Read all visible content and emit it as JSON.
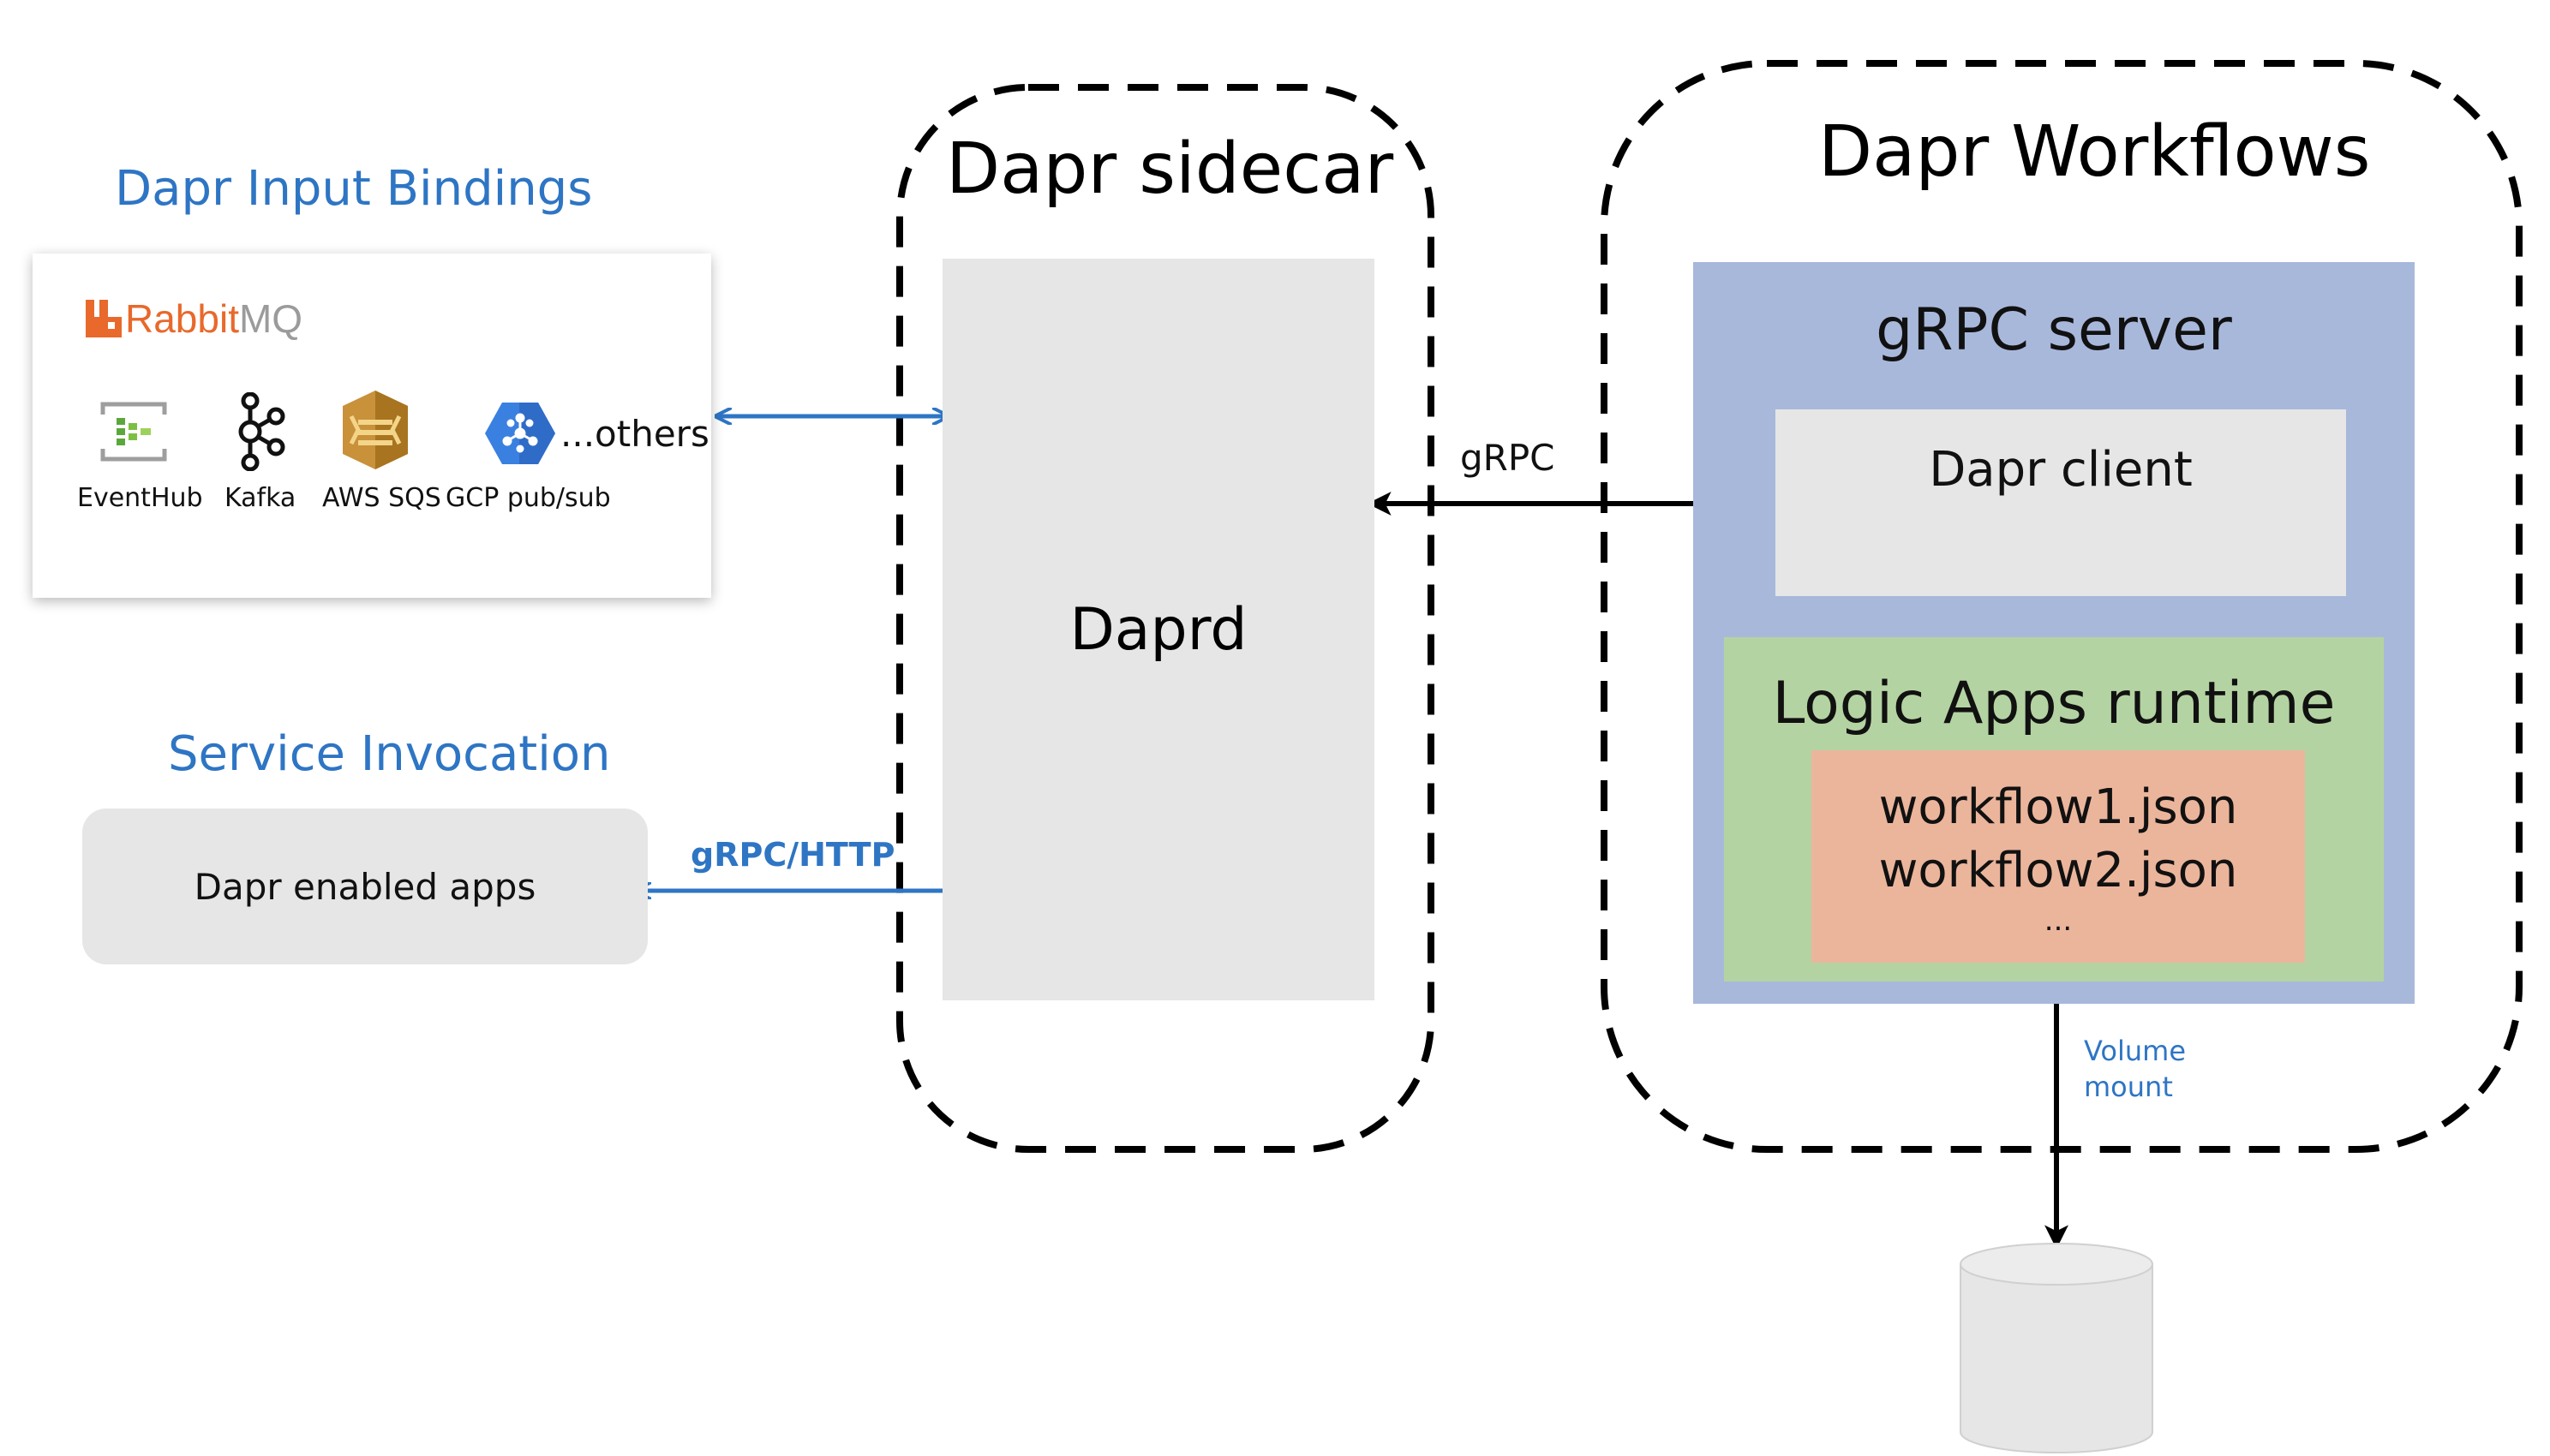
{
  "bindings": {
    "title": "Dapr Input Bindings",
    "logo_prefix": "Rabbit",
    "logo_suffix": "MQ",
    "items": [
      {
        "label": "EventHub",
        "icon": "eventhub-icon"
      },
      {
        "label": "Kafka",
        "icon": "kafka-icon"
      },
      {
        "label": "AWS SQS",
        "icon": "aws-sqs-icon"
      },
      {
        "label": "GCP pub/sub",
        "icon": "gcp-pubsub-icon"
      }
    ],
    "others": "...others"
  },
  "service_invocation": {
    "title": "Service Invocation",
    "apps_label": "Dapr enabled apps",
    "protocol_label": "gRPC/HTTP"
  },
  "sidecar": {
    "title": "Dapr sidecar",
    "daprd": "Daprd"
  },
  "grpc_label": "gRPC",
  "workflows": {
    "title": "Dapr Workflows",
    "grpc_server": "gRPC server",
    "dapr_client": "Dapr client",
    "runtime_title": "Logic Apps runtime",
    "files": [
      "workflow1.json",
      "workflow2.json"
    ],
    "ellipsis": "...",
    "volume_label_1": "Volume",
    "volume_label_2": "mount"
  },
  "colors": {
    "accent_blue": "#2e75c4",
    "grpc_server_bg": "#a8b8db",
    "runtime_bg": "#b4d3a2",
    "workflow_files_bg": "#ebb59c",
    "neutral_box": "#e6e6e6",
    "rabbitmq_orange": "#e8692b"
  }
}
